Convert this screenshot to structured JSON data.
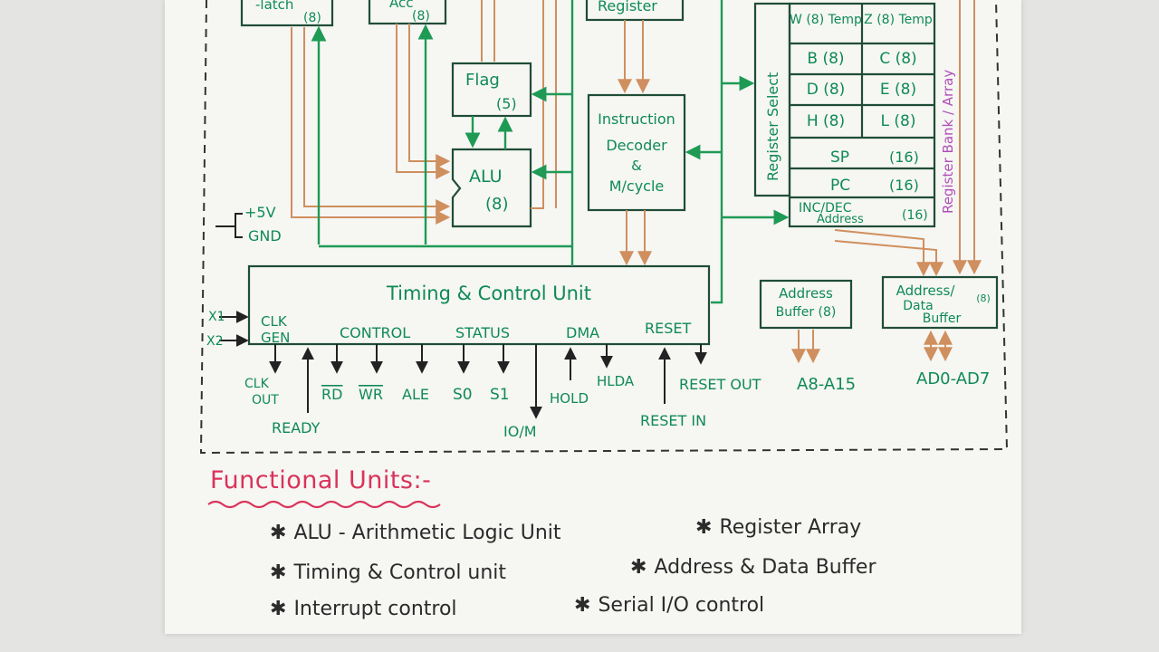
{
  "blocks": {
    "latch_label": "-latch",
    "latch_bits": "(8)",
    "acc_label": "Acc",
    "acc_bits": "(8)",
    "instr_register": "Register",
    "flag_label": "Flag",
    "flag_bits": "(5)",
    "alu_label": "ALU",
    "alu_bits": "(8)",
    "decoder_line1": "Instruction",
    "decoder_line2": "Decoder",
    "decoder_line3": "&",
    "decoder_line4": "M/cycle",
    "timing_control": "Timing & Control Unit",
    "address_buffer_line1": "Address",
    "address_buffer_line2": "Buffer (8)",
    "data_buffer_line1": "Address/",
    "data_buffer_line2": "Data",
    "data_buffer_line3": "Buffer",
    "data_buffer_bits": "(8)"
  },
  "registers": {
    "select_label": "Register Select",
    "bank_label": "Register Bank / Array",
    "rows": [
      [
        "W (8) Temp",
        "Z (8) Temp"
      ],
      [
        "B (8)",
        "C (8)"
      ],
      [
        "D (8)",
        "E (8)"
      ],
      [
        "H (8)",
        "L (8)"
      ]
    ],
    "sp": "SP",
    "sp_bits": "(16)",
    "pc": "PC",
    "pc_bits": "(16)",
    "incdec_line1": "INC/DEC",
    "incdec_line2": "Address",
    "incdec_bits": "(16)"
  },
  "power": {
    "v5": "+5V",
    "gnd": "GND"
  },
  "clock": {
    "x1": "X1",
    "x2": "X2",
    "clk": "CLK",
    "gen": "GEN"
  },
  "groups": {
    "control": "CONTROL",
    "status": "STATUS",
    "dma": "DMA",
    "reset": "RESET"
  },
  "signals": {
    "clk_out_1": "CLK",
    "clk_out_2": "OUT",
    "ready": "READY",
    "rd": "RD",
    "wr": "WR",
    "ale": "ALE",
    "s0": "S0",
    "s1": "S1",
    "io_m": "IO/M",
    "hold": "HOLD",
    "hlda": "HLDA",
    "reset_in": "RESET IN",
    "reset_out": "RESET OUT",
    "addr_bus": "A8-A15",
    "data_bus": "AD0-AD7"
  },
  "functional": {
    "title": "Functional Units:-",
    "items": [
      "ALU - Arithmetic Logic Unit",
      "Register Array",
      "Timing & Control unit",
      "Address & Data Buffer",
      "Interrupt control",
      "Serial I/O control"
    ]
  },
  "colors": {
    "ink_green": "#0f8a55",
    "bus_orange": "#cf8f5e",
    "heading_pink": "#d9335a",
    "register_label_purple": "#b04fb8"
  }
}
